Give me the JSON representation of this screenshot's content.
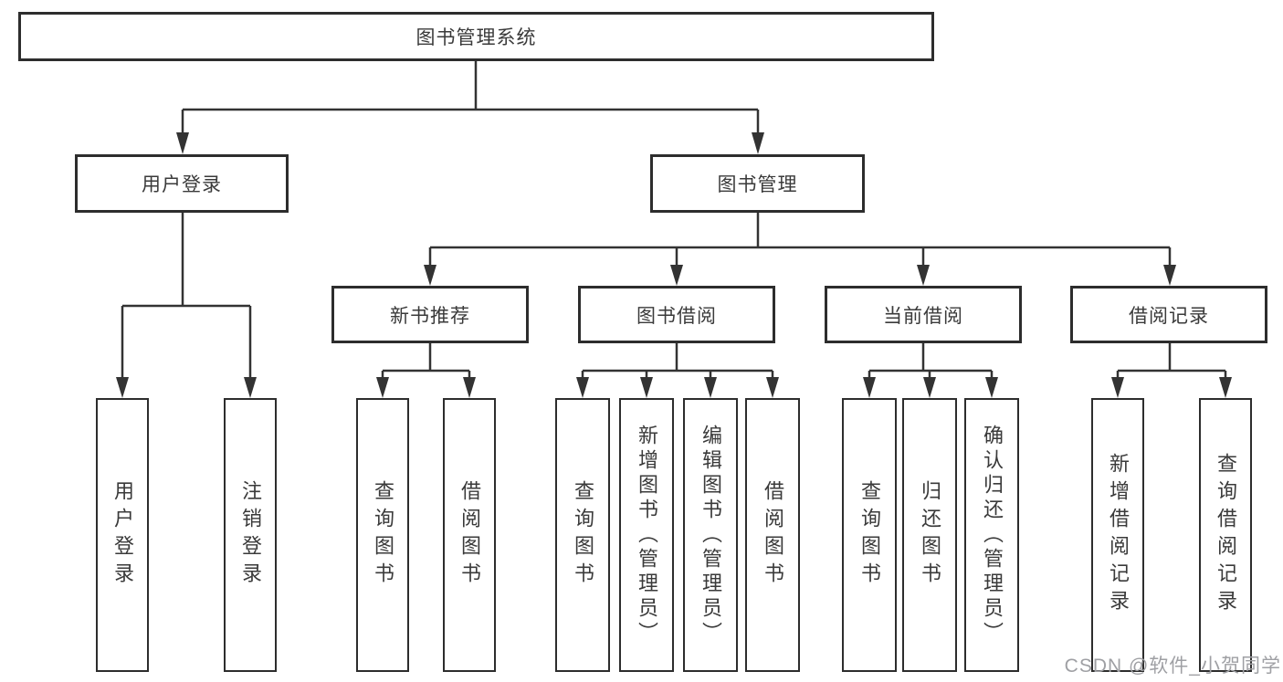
{
  "diagram": {
    "root": {
      "label": "图书管理系统"
    },
    "level2": {
      "user_login": {
        "label": "用户登录"
      },
      "book_management": {
        "label": "图书管理"
      }
    },
    "level3": {
      "new_book_recommend": {
        "label": "新书推荐"
      },
      "book_borrow": {
        "label": "图书借阅"
      },
      "current_borrow": {
        "label": "当前借阅"
      },
      "borrow_records": {
        "label": "借阅记录"
      }
    },
    "leaves": {
      "user_login": [
        "用户登录",
        "注销登录"
      ],
      "new_book_recommend": [
        "查询图书",
        "借阅图书"
      ],
      "book_borrow": [
        "查询图书",
        "新增图书（管理员）",
        "编辑图书（管理员）",
        "借阅图书"
      ],
      "current_borrow": [
        "查询图书",
        "归还图书",
        "确认归还（管理员）"
      ],
      "borrow_records": [
        "新增借阅记录",
        "查询借阅记录"
      ]
    },
    "watermark": "CSDN @软件_小贺同学",
    "colors": {
      "line": "#333333",
      "box_border": "#2d2d2d",
      "text": "#3a3a3a",
      "watermark": "#9fa0a4",
      "background": "#ffffff"
    }
  }
}
